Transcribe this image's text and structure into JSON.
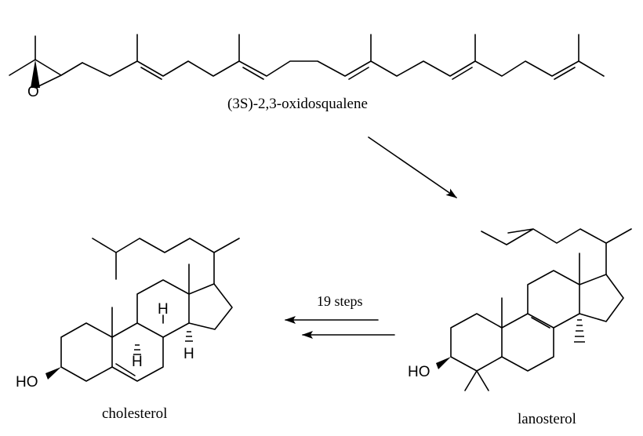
{
  "squalene": {
    "caption": "(3S)-2,3-oxidosqualene",
    "oxygen_label": "O"
  },
  "lanosterol": {
    "caption": "lanosterol",
    "hydroxyl_label": "HO"
  },
  "cholesterol": {
    "caption": "cholesterol",
    "hydroxyl_label": "HO",
    "h_labels": [
      "H",
      "H",
      "H"
    ]
  },
  "conversion": {
    "label": "19 steps"
  }
}
